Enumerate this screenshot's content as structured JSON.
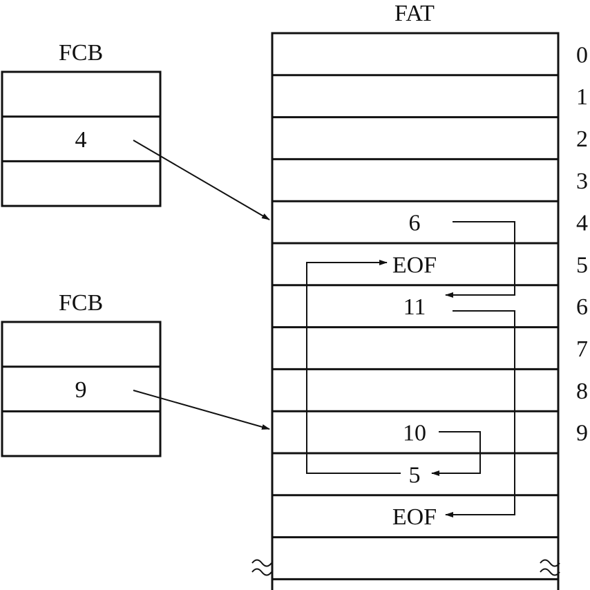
{
  "fat": {
    "title": "FAT",
    "rows": [
      "",
      "",
      "",
      "",
      "6",
      "EOF",
      "11",
      "",
      "",
      "10",
      "5",
      "EOF",
      ""
    ],
    "indices": [
      "0",
      "1",
      "2",
      "3",
      "4",
      "5",
      "6",
      "7",
      "8",
      "9"
    ]
  },
  "fcb_top": {
    "title": "FCB",
    "rows": [
      "",
      "4",
      ""
    ]
  },
  "fcb_bottom": {
    "title": "FCB",
    "rows": [
      "",
      "9",
      ""
    ]
  },
  "colors": {
    "line": "#111111",
    "background": "#ffffff"
  }
}
